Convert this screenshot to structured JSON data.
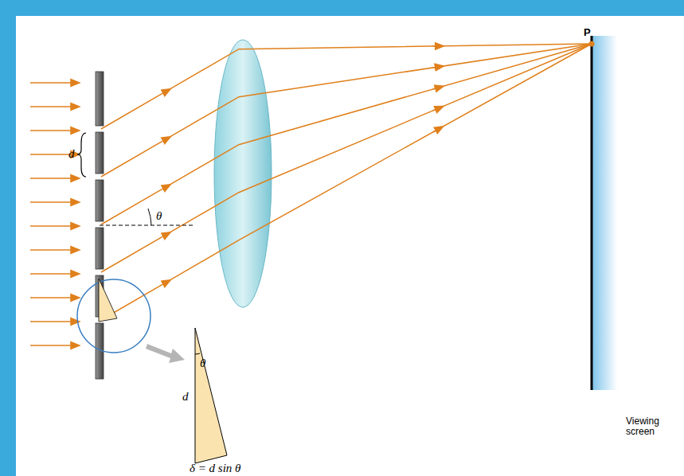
{
  "diagram": {
    "labels": [
      "P",
      "d",
      "θ",
      "d",
      "θ",
      "δ = d sin θ",
      "Viewing screen"
    ]
  }
}
